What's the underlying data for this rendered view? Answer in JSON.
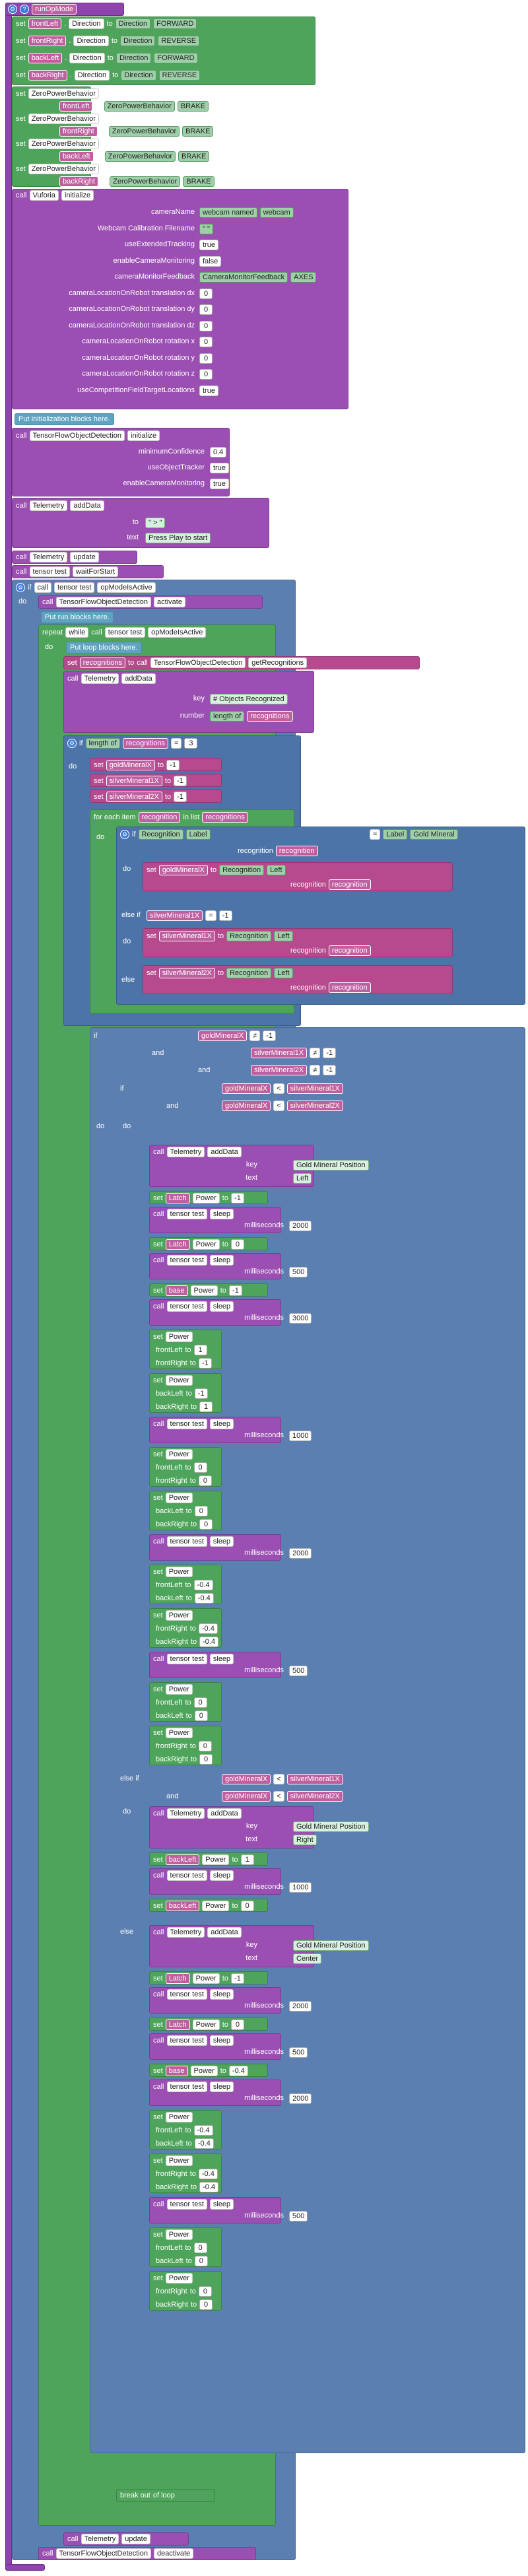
{
  "header": {
    "label": "runOpMode"
  },
  "kw": {
    "set": "set",
    "to": "to",
    "call": "call",
    "do": "do",
    "if": "if",
    "elseif": "else if",
    "else": "else",
    "and": "and",
    "repeat": "repeat",
    "while": "while",
    "foreach": "for each item",
    "inlist": "in list",
    "lengthof": "length of",
    "breakout": "break out",
    "ofloop": "of loop"
  },
  "directions": [
    {
      "v": "frontLeft",
      "p": "Direction",
      "val": "Direction",
      "e": "FORWARD"
    },
    {
      "v": "frontRight",
      "p": "Direction",
      "val": "Direction",
      "e": "REVERSE"
    },
    {
      "v": "backLeft",
      "p": "Direction",
      "val": "Direction",
      "e": "FORWARD"
    },
    {
      "v": "backRight",
      "p": "Direction",
      "val": "Direction",
      "e": "REVERSE"
    }
  ],
  "zpb": {
    "prop": "ZeroPowerBehavior",
    "val": "ZeroPowerBehavior",
    "e": "BRAKE",
    "motors": [
      "frontLeft",
      "frontRight",
      "backLeft",
      "backRight"
    ]
  },
  "vuforia": {
    "obj": "Vuforia",
    "fn": "initialize",
    "params": [
      {
        "k": "cameraName",
        "v1": "webcam named",
        "v2": "webcam"
      },
      {
        "k": "Webcam Calibration Filename",
        "v1": "\" \""
      },
      {
        "k": "useExtendedTracking",
        "v1": "true"
      },
      {
        "k": "enableCameraMonitoring",
        "v1": "false"
      },
      {
        "k": "cameraMonitorFeedback",
        "v1": "CameraMonitorFeedback",
        "v2": "AXES"
      },
      {
        "k": "cameraLocationOnRobot translation dx",
        "v1": "0"
      },
      {
        "k": "cameraLocationOnRobot translation dy",
        "v1": "0"
      },
      {
        "k": "cameraLocationOnRobot translation dz",
        "v1": "0"
      },
      {
        "k": "cameraLocationOnRobot rotation x",
        "v1": "0"
      },
      {
        "k": "cameraLocationOnRobot rotation y",
        "v1": "0"
      },
      {
        "k": "cameraLocationOnRobot rotation z",
        "v1": "0"
      },
      {
        "k": "useCompetitionFieldTargetLocations",
        "v1": "true"
      }
    ]
  },
  "comment_init": "Put initialization blocks here.",
  "tfod": {
    "obj": "TensorFlowObjectDetection",
    "fn": "initialize",
    "params": [
      {
        "k": "minimumConfidence",
        "v": "0.4"
      },
      {
        "k": "useObjectTracker",
        "v": "true"
      },
      {
        "k": "enableCameraMonitoring",
        "v": "true"
      }
    ]
  },
  "telemetry1": {
    "obj": "Telemetry",
    "fn": "addData",
    "key": "\" > \"",
    "text": "Press Play to start"
  },
  "update": "update",
  "tensor": "tensor test",
  "wait": "waitForStart",
  "opm": "opModeIsActive",
  "activate": "activate",
  "comment_run": "Put run blocks here.",
  "comment_loop": "Put loop blocks here.",
  "recognitions": "recognitions",
  "getrec": "getRecognitions",
  "numobj": "# Objects Recognized",
  "number": "number",
  "eq": "=",
  "three": "3",
  "neg1": "-1",
  "gold": "goldMineralX",
  "s1": "silverMineral1X",
  "s2": "silverMineral2X",
  "recognition": "recognition",
  "Recognition": "Recognition",
  "Label": "Label",
  "goldlabel": "Gold Mineral",
  "Left": "Left",
  "neq": "≠",
  "lt": "<",
  "key": "key",
  "text": "text",
  "gmp": "Gold Mineral Position",
  "pos_left": "Left",
  "pos_right": "Right",
  "pos_center": "Center",
  "Latch": "Latch",
  "Power": "Power",
  "base": "base",
  "sleep": "sleep",
  "ms": "milliseconds",
  "fl": "frontLeft",
  "fr": "frontRight",
  "bl": "backLeft",
  "br": "backRight",
  "tfod_deactivate": "deactivate",
  "deactivate_obj": "TensorFlowObjectDetection"
}
